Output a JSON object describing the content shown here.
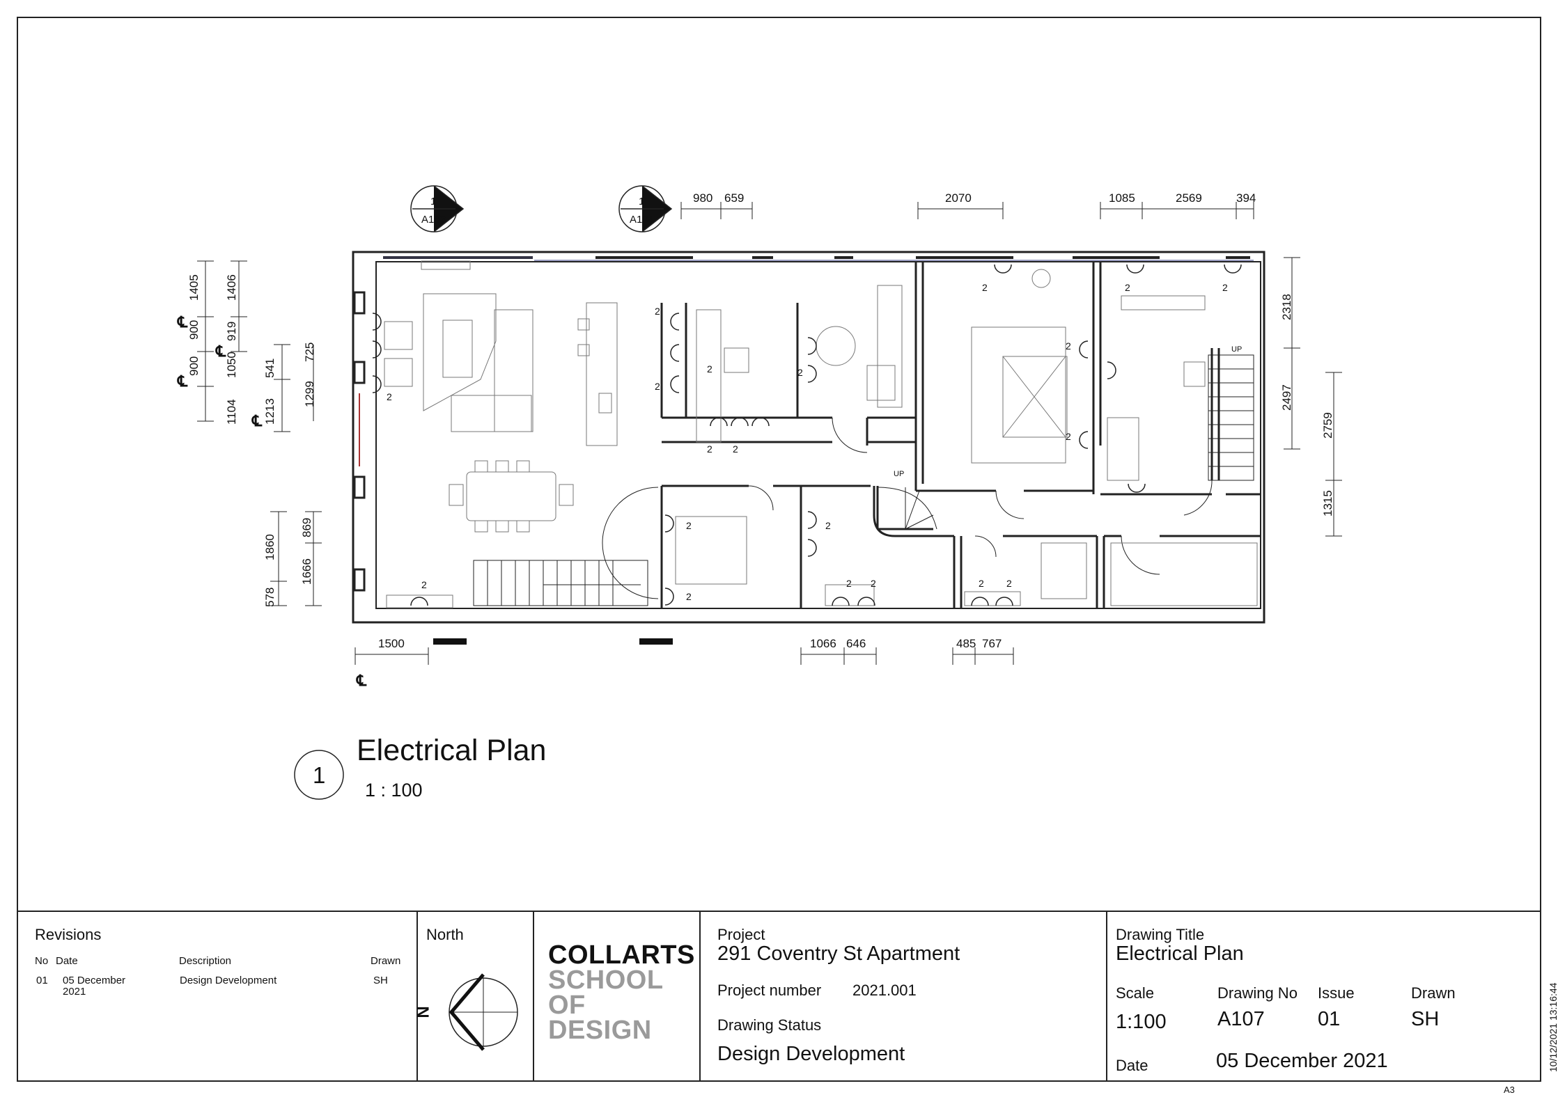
{
  "drawing": {
    "view_number": "1",
    "view_title": "Electrical Plan",
    "view_scale": "1 : 100",
    "section_tags": [
      {
        "num": "1",
        "sheet": "A103"
      },
      {
        "num": "1",
        "sheet": "A104"
      }
    ],
    "dims_top": [
      "980",
      "659",
      "2070",
      "1085",
      "2569",
      "394"
    ],
    "dims_bottom": [
      "1500",
      "1066",
      "646",
      "485",
      "767"
    ],
    "dims_left_outer": [
      "1405",
      "900",
      "900",
      "1050",
      "1104"
    ],
    "dims_left_inner": [
      "1406",
      "919",
      "541",
      "1213",
      "725",
      "1299"
    ],
    "dims_left_lower": [
      "1860",
      "869",
      "1666",
      "578"
    ],
    "dims_right": [
      "2318",
      "2497",
      "2759",
      "1315"
    ],
    "circuit_label": "2",
    "stair_label": "UP",
    "centerline_symbol": "℄"
  },
  "titleblock": {
    "revisions": {
      "heading": "Revisions",
      "columns": [
        "No",
        "Date",
        "Description",
        "Drawn"
      ],
      "rows": [
        {
          "no": "01",
          "date_line1": "05 December",
          "date_line2": "2021",
          "description": "Design Development",
          "drawn": "SH"
        }
      ]
    },
    "north": {
      "label": "North",
      "letter": "N"
    },
    "brand": {
      "line1": "COLLARTS",
      "line2": "SCHOOL",
      "line3": "OF",
      "line4": "DESIGN"
    },
    "project": {
      "label": "Project",
      "name": "291 Coventry St Apartment",
      "number_label": "Project number",
      "number": "2021.001",
      "status_label": "Drawing Status",
      "status": "Design Development"
    },
    "drawing_info": {
      "title_label": "Drawing Title",
      "title": "Electrical Plan",
      "scale_label": "Scale",
      "scale": "1:100",
      "drawing_no_label": "Drawing No",
      "drawing_no": "A107",
      "issue_label": "Issue",
      "issue": "01",
      "drawn_label": "Drawn",
      "drawn": "SH",
      "date_label": "Date",
      "date": "05 December 2021"
    },
    "timestamp": "10/12/2021 13:16:44",
    "sheet_size": "A3"
  }
}
